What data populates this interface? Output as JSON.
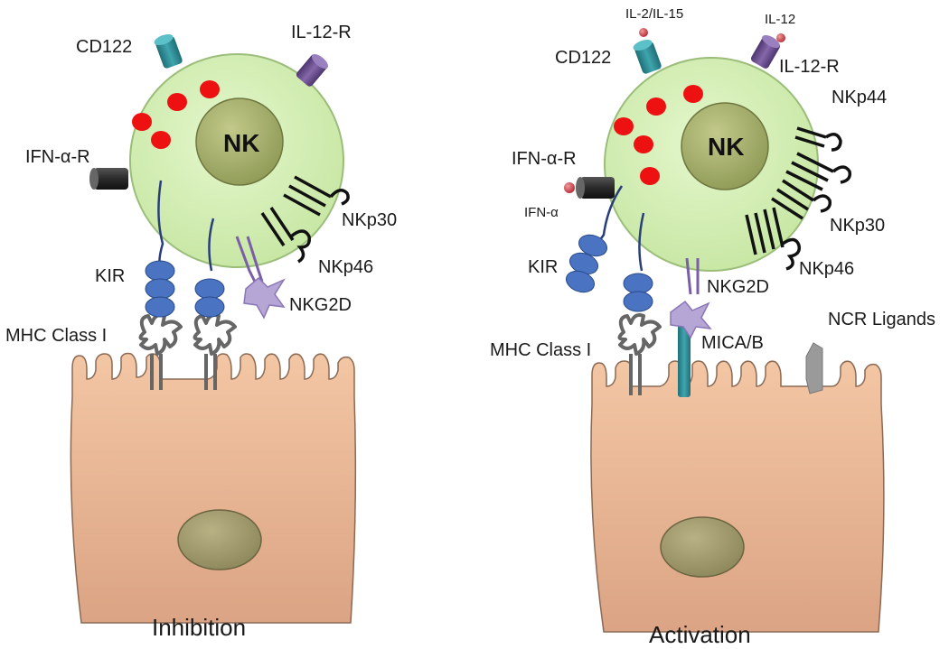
{
  "inhibition": {
    "title": "Inhibition",
    "nk": "NK",
    "cd122": "CD122",
    "il12r": "IL-12-R",
    "ifnar": "IFN-α-R",
    "nkp30": "NKp30",
    "nkp46": "NKp46",
    "kir": "KIR",
    "nkg2d": "NKG2D",
    "mhc": "MHC Class I"
  },
  "activation": {
    "title": "Activation",
    "nk": "NK",
    "il2il15": "IL-2/IL-15",
    "il12": "IL-12",
    "cd122": "CD122",
    "il12r": "IL-12-R",
    "nkp44": "NKp44",
    "ifnar": "IFN-α-R",
    "ifna": "IFN-α",
    "nkp30": "NKp30",
    "kir": "KIR",
    "nkg2d": "NKG2D",
    "nkp46": "NKp46",
    "ncr_ligands": "NCR Ligands",
    "mhc": "MHC Class I",
    "mica": "MICA/B"
  },
  "colors": {
    "nk_cell": "#d3efb0",
    "nucleus": "#a9b36c",
    "granule": "#ee1111",
    "epithelial": "#f0bc96",
    "epithelial_nucleus": "#a49e72",
    "cd122": "#2a8d95",
    "il12r": "#6a4e8f",
    "kir": "#4a74c1",
    "nkg2d": "#b6a6d6",
    "ncr_ligand": "#9a9a9a",
    "cytokine": "#c8404a"
  }
}
